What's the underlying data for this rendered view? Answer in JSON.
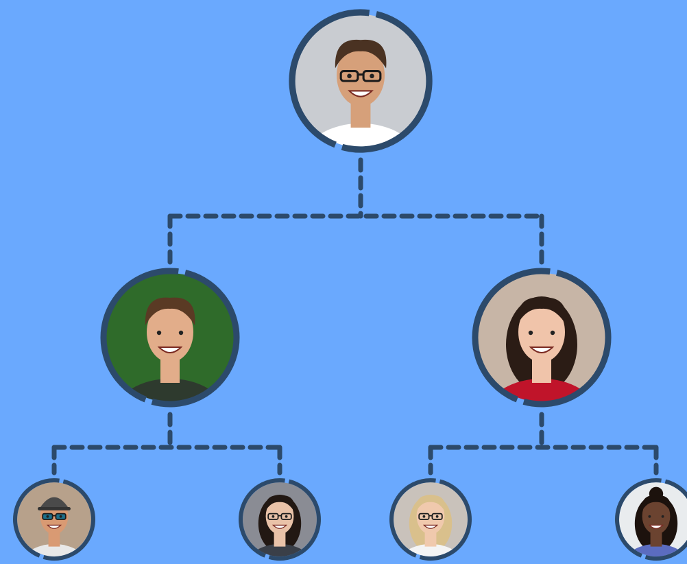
{
  "colors": {
    "background": "#6aa9fe",
    "connector": "#2c4a6b",
    "ring": "#2c4a6b"
  },
  "org_chart": {
    "nodes": [
      {
        "id": "root",
        "level": 0,
        "portrait": "man-glasses-beard-portrait",
        "background_color": "#c9ccd1",
        "skin": "#d6a07a",
        "hair": "#4a3222",
        "shirt": "#ffffff",
        "accessory": "glasses"
      },
      {
        "id": "left",
        "level": 1,
        "parent": "root",
        "portrait": "smiling-young-man-portrait",
        "background_color": "#2f6b2a",
        "skin": "#e2ad8a",
        "hair": "#5a3a24",
        "shirt": "#2e3a2e",
        "accessory": "none"
      },
      {
        "id": "right",
        "level": 1,
        "parent": "root",
        "portrait": "laughing-woman-red-top-portrait",
        "background_color": "#c7b5a6",
        "skin": "#f0c4aa",
        "hair": "#2b1c15",
        "shirt": "#c0142a",
        "accessory": "none"
      },
      {
        "id": "left-left",
        "level": 2,
        "parent": "left",
        "portrait": "man-cap-sunglasses-portrait",
        "background_color": "#b7a18b",
        "skin": "#d99a73",
        "hair": "#4a4a4a",
        "shirt": "#e8e8e8",
        "accessory": "cap-sunglasses"
      },
      {
        "id": "left-right",
        "level": 2,
        "parent": "left",
        "portrait": "woman-glasses-dark-hair-portrait",
        "background_color": "#8a8c94",
        "skin": "#e9c2a8",
        "hair": "#221813",
        "shirt": "#3a3f48",
        "accessory": "glasses"
      },
      {
        "id": "right-left",
        "level": 2,
        "parent": "right",
        "portrait": "woman-blonde-glasses-portrait",
        "background_color": "#c9c2bb",
        "skin": "#f0c9ad",
        "hair": "#d9c08c",
        "shirt": "#f4f4f4",
        "accessory": "glasses"
      },
      {
        "id": "right-right",
        "level": 2,
        "parent": "right",
        "portrait": "woman-hair-bun-portrait",
        "background_color": "#e9ecee",
        "skin": "#6b4330",
        "hair": "#1c120d",
        "shirt": "#5b6cc0",
        "accessory": "bun"
      }
    ]
  }
}
